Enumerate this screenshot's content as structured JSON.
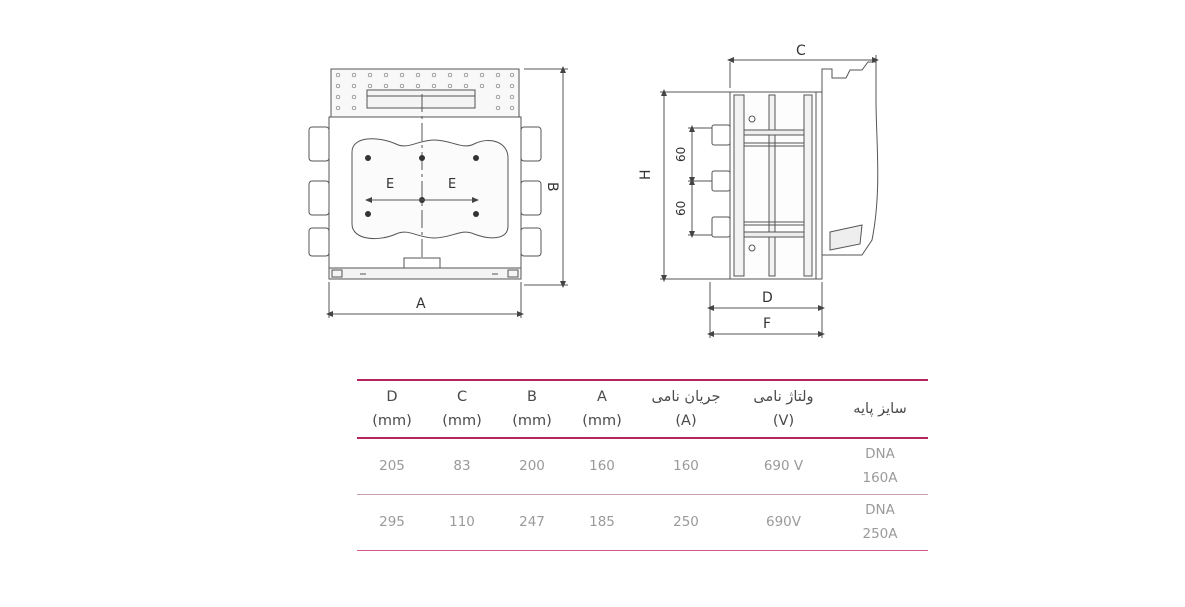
{
  "drawing": {
    "front_labels": {
      "dim_a": "A",
      "dim_b": "B",
      "dim_e1": "E",
      "dim_e2": "E"
    },
    "side_labels": {
      "dim_c": "C",
      "dim_d": "D",
      "dim_f": "F",
      "dim_h": "H",
      "spacing_top": "60",
      "spacing_bottom": "60"
    }
  },
  "table": {
    "headers": [
      {
        "line1": "D",
        "line2": "(mm)"
      },
      {
        "line1": "C",
        "line2": "(mm)"
      },
      {
        "line1": "B",
        "line2": "(mm)"
      },
      {
        "line1": "A",
        "line2": "(mm)"
      },
      {
        "line1": "جریان نامی",
        "line2": "(A)"
      },
      {
        "line1": "ولتاژ نامی",
        "line2": "(V)"
      },
      {
        "line1": "سایز پایه",
        "line2": ""
      }
    ],
    "rows": [
      {
        "d": "205",
        "c": "83",
        "b": "200",
        "a": "160",
        "current": "160",
        "voltage": "690 V",
        "size_line1": "DNA",
        "size_line2": "160A"
      },
      {
        "d": "295",
        "c": "110",
        "b": "247",
        "a": "185",
        "current": "250",
        "voltage": "690V",
        "size_line1": "DNA",
        "size_line2": "250A"
      }
    ]
  },
  "colors": {
    "accent": "#b5245f",
    "drawing_stroke": "#555555"
  }
}
